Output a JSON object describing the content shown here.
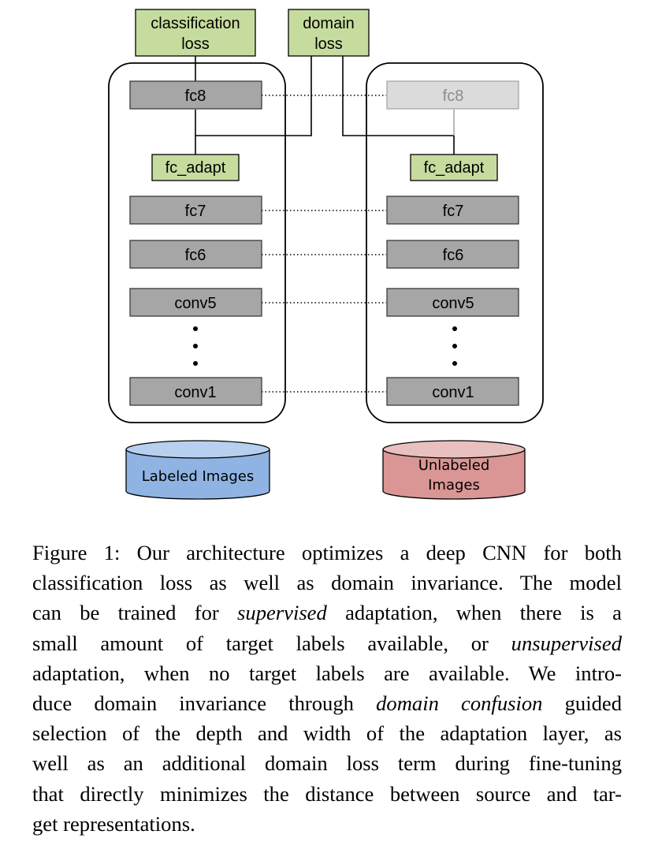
{
  "diagram": {
    "loss_boxes": {
      "classification": [
        "classification",
        "loss"
      ],
      "domain": [
        "domain",
        "loss"
      ]
    },
    "source_stack": {
      "fc8": "fc8",
      "adapt": "fc_adapt",
      "fc7": "fc7",
      "fc6": "fc6",
      "conv5": "conv5",
      "conv1": "conv1"
    },
    "target_stack": {
      "fc8": "fc8",
      "adapt": "fc_adapt",
      "fc7": "fc7",
      "fc6": "fc6",
      "conv5": "conv5",
      "conv1": "conv1"
    },
    "datasets": {
      "source": [
        "Labeled Images"
      ],
      "target": [
        "Unlabeled",
        "Images"
      ]
    },
    "colors": {
      "loss_fill": "#c6dc9e",
      "layer_fill": "#a6a6a6",
      "fc8_target_fill": "#dbdbdb",
      "labeled_db": "#8fb4e3",
      "unlabeled_db": "#d99694"
    }
  },
  "caption": {
    "label": "Figure 1:",
    "lines": {
      "l1": "Our architecture optimizes a deep CNN for both",
      "l2": "classification loss as well as domain invariance. The model",
      "l3a": "can be trained for ",
      "l3i": "supervised",
      "l3b": " adaptation, when there is a",
      "l4a": "small amount of target labels available, or ",
      "l4i": "unsupervised",
      "l5": "adaptation, when no target labels are available.  We intro-",
      "l6a": "duce domain invariance through ",
      "l6i": "domain confusion",
      "l6b": " guided",
      "l7": "selection of the depth and width of the adaptation layer, as",
      "l8": "well as an additional domain loss term during fine-tuning",
      "l9": "that directly minimizes the distance between source and tar-",
      "l10": "get representations."
    }
  }
}
